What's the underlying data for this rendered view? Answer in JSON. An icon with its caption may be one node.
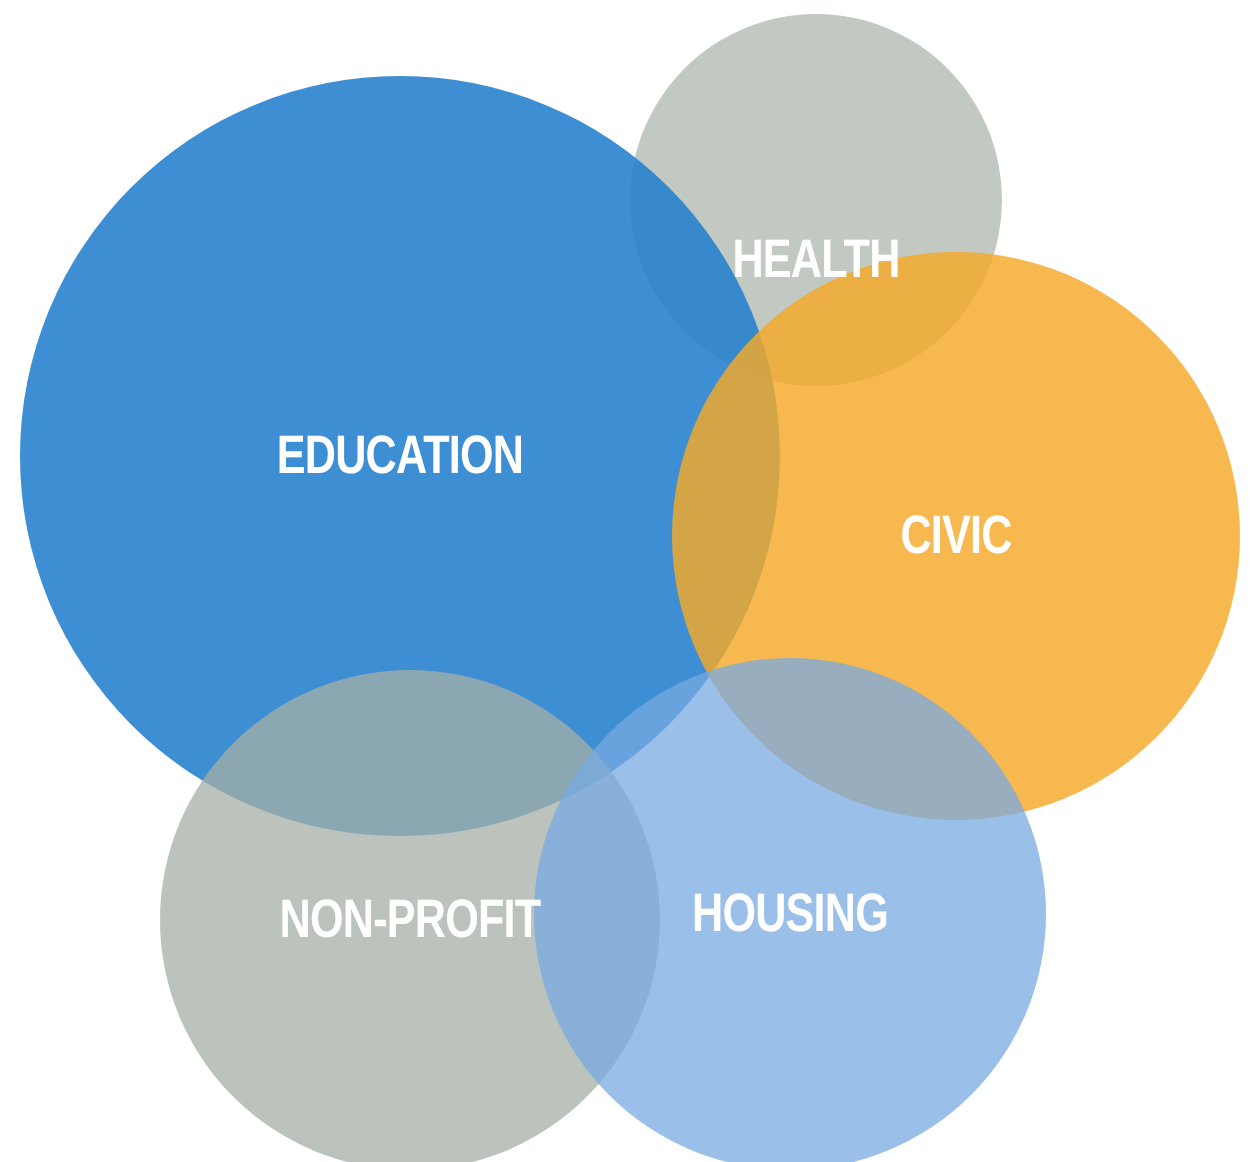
{
  "diagram": {
    "nodes": [
      {
        "text": [
          "HEALTH"
        ]
      },
      {
        "text": [
          "EDUCATION"
        ]
      },
      {
        "text": [
          "CIVIC"
        ]
      },
      {
        "text": [
          "NON-PROFIT"
        ]
      },
      {
        "text": [
          "HOUSING"
        ]
      }
    ]
  }
}
